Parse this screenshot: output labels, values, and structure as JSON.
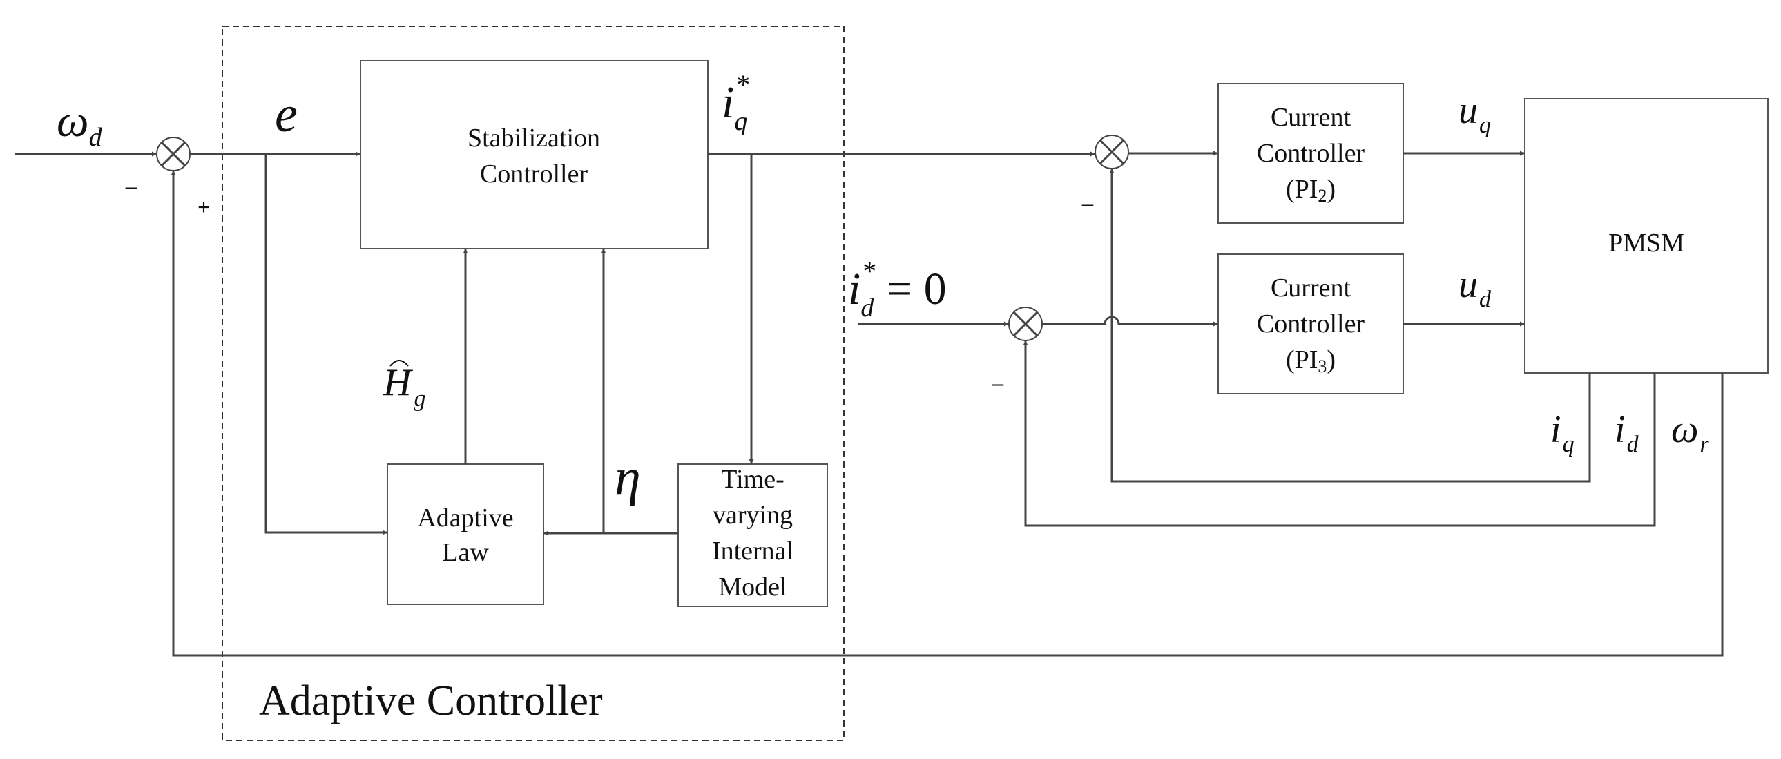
{
  "blocks": {
    "stabilization": [
      "Stabilization",
      "Controller"
    ],
    "adaptive_law": [
      "Adaptive",
      "Law"
    ],
    "internal_model": [
      "Time-",
      "varying",
      "Internal",
      "Model"
    ],
    "current_controller_q": [
      "Current",
      "Controller",
      "(PI",
      "2",
      ")"
    ],
    "current_controller_d": [
      "Current",
      "Controller",
      "(PI",
      "3",
      ")"
    ],
    "pmsm": "PMSM"
  },
  "group_label": "Adaptive Controller",
  "signals": {
    "omega_d": {
      "base": "ω",
      "sub": "d"
    },
    "e": "e",
    "iq_ref": {
      "base": "i",
      "sub": "q",
      "sup": "*"
    },
    "id_ref": {
      "base": "i",
      "sub": "d",
      "sup": "*",
      "rest": " = 0"
    },
    "h_hat": {
      "base": "H",
      "sub": "g"
    },
    "eta": "η",
    "uq": {
      "base": "u",
      "sub": "q"
    },
    "ud": {
      "base": "u",
      "sub": "d"
    },
    "iq": {
      "base": "i",
      "sub": "q"
    },
    "id": {
      "base": "i",
      "sub": "d"
    },
    "omega_r": {
      "base": "ω",
      "sub": "r"
    }
  },
  "signs": {
    "minus": "–",
    "plus": "+"
  }
}
